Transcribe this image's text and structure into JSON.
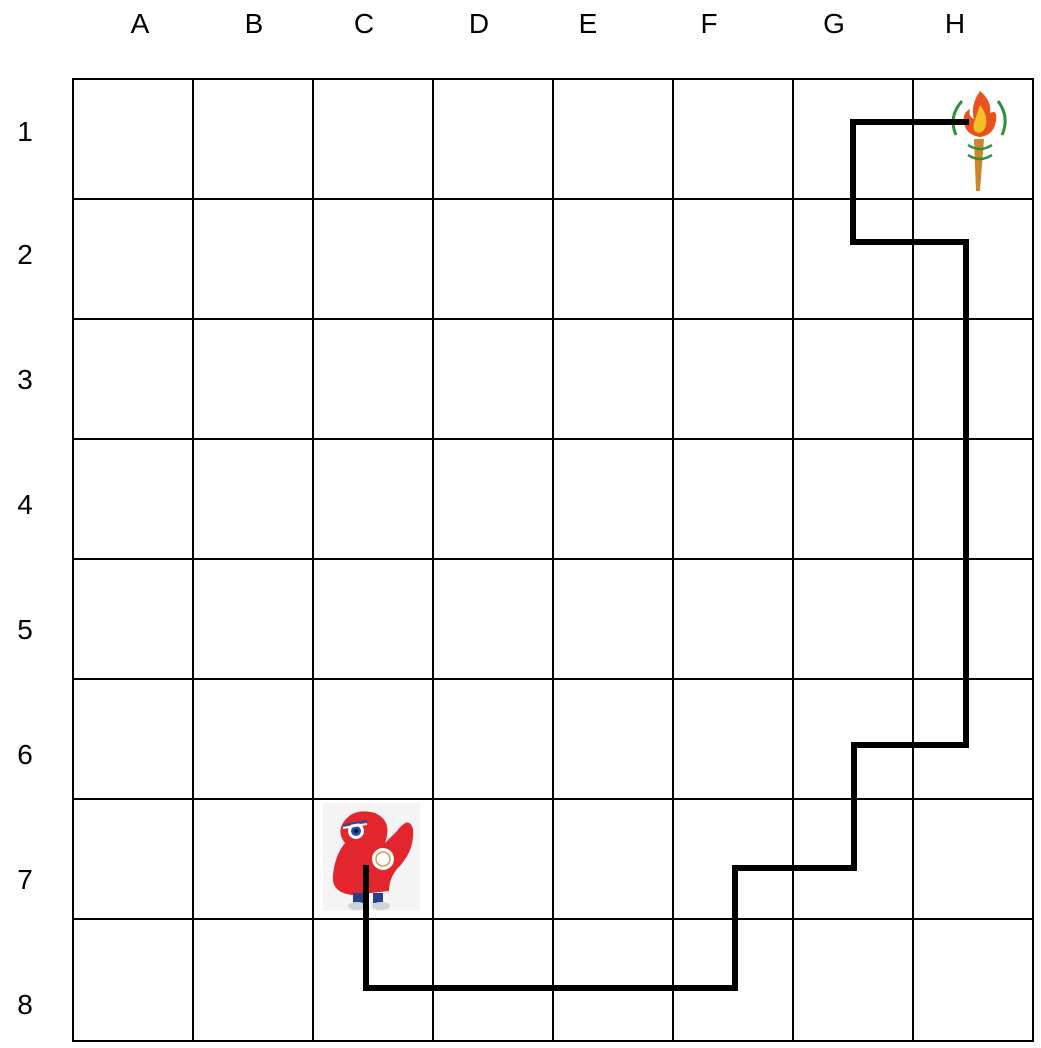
{
  "grid": {
    "columns": [
      "A",
      "B",
      "C",
      "D",
      "E",
      "F",
      "G",
      "H"
    ],
    "rows": [
      "1",
      "2",
      "3",
      "4",
      "5",
      "6",
      "7",
      "8"
    ]
  },
  "pieces": [
    {
      "name": "mascot",
      "cell": "C7",
      "description": "red Phryge mascot"
    },
    {
      "name": "torch",
      "cell": "H1",
      "description": "olympic torch"
    }
  ],
  "path": {
    "color": "#000000",
    "route": [
      "C7",
      "C8",
      "F8",
      "F7",
      "G7",
      "G6",
      "H6",
      "H2",
      "G2",
      "G1",
      "H1"
    ]
  }
}
